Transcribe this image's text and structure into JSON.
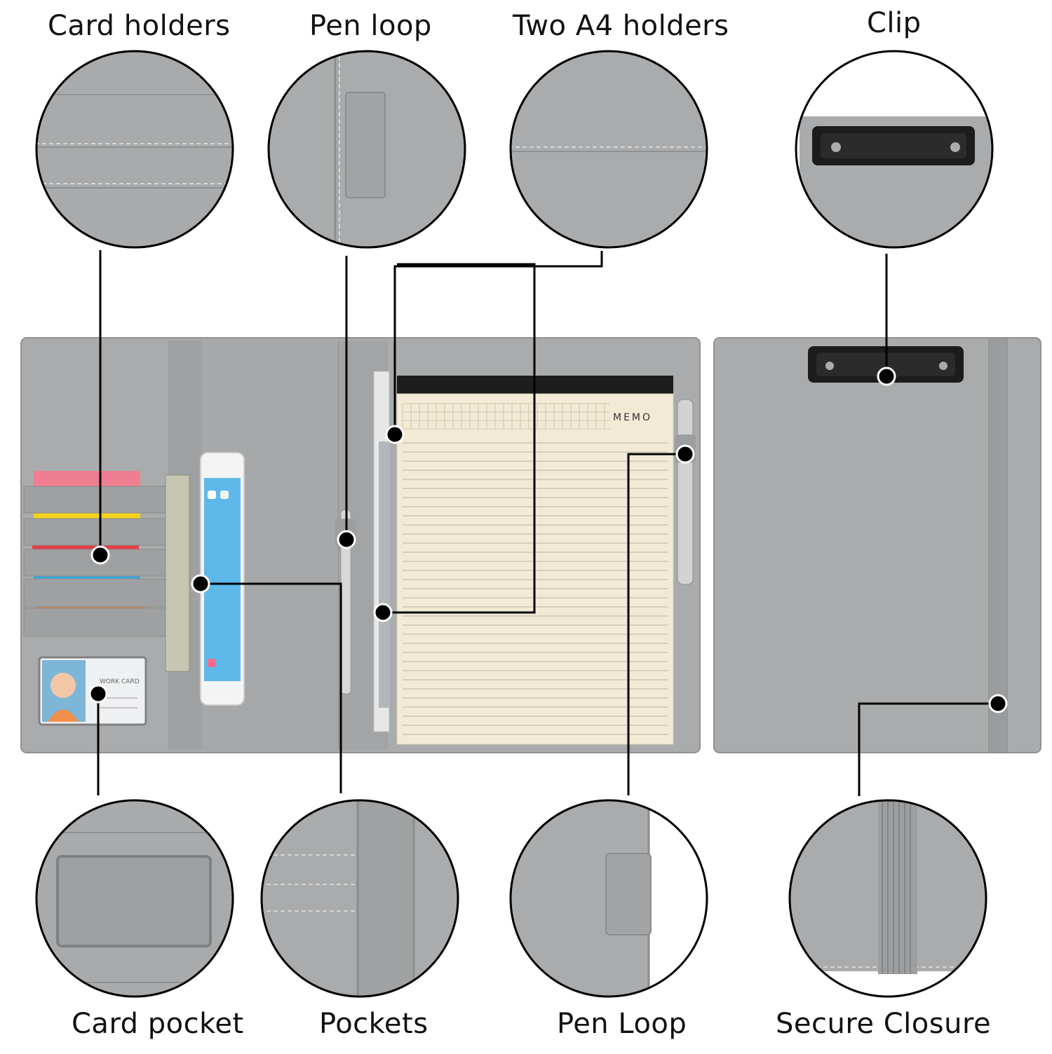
{
  "callouts": {
    "top": [
      {
        "label": "Card holders"
      },
      {
        "label": "Pen loop"
      },
      {
        "label": "Two A4 holders"
      },
      {
        "label": "Clip"
      }
    ],
    "bottom": [
      {
        "label": "Card pocket"
      },
      {
        "label": "Pockets"
      },
      {
        "label": "Pen Loop"
      },
      {
        "label": "Secure Closure"
      }
    ]
  },
  "product": {
    "memo_pad_text": "MEMO",
    "id_card_text": "WORK CARD",
    "card_colors": [
      "#ef7e92",
      "#f3d31c",
      "#e33e48",
      "#3aa8e0",
      "#f5792c"
    ]
  },
  "colors": {
    "leather": "#a9abac",
    "leather_dark": "#8f9192",
    "paper": "#f3ead6",
    "line": "#000000"
  }
}
